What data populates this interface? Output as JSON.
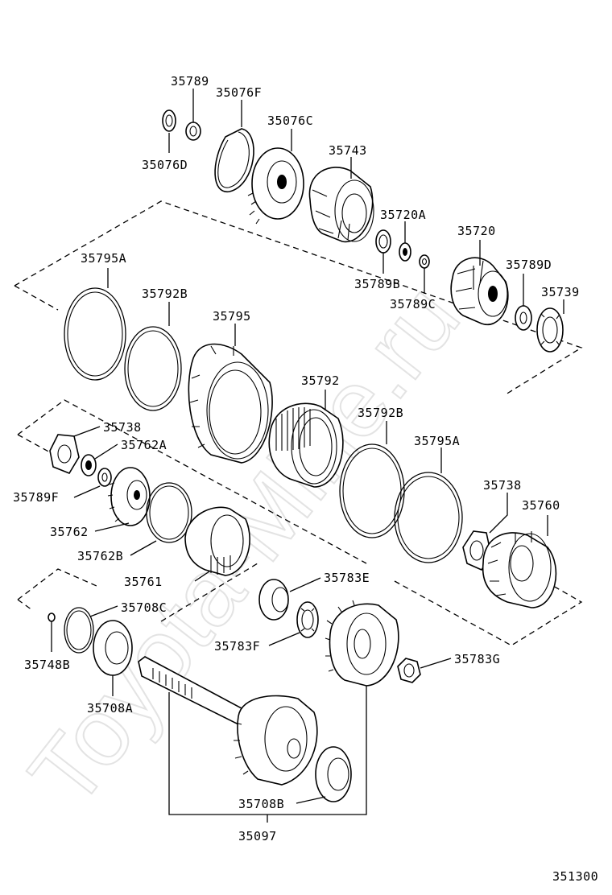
{
  "watermark": "Toyota-Mine.ru",
  "diagram_code": "351300",
  "labels": {
    "p35789": "35789",
    "p35076F": "35076F",
    "p35076C": "35076C",
    "p35076D": "35076D",
    "p35743": "35743",
    "p35720A": "35720A",
    "p35720": "35720",
    "p35795A_top": "35795A",
    "p35792B_top": "35792B",
    "p35795": "35795",
    "p35789D": "35789D",
    "p35739": "35739",
    "p35789B": "35789B",
    "p35789C": "35789C",
    "p35792": "35792",
    "p35738_left": "35738",
    "p35762A": "35762A",
    "p35789F": "35789F",
    "p35792B_mid": "35792B",
    "p35795A_mid": "35795A",
    "p35738_right": "35738",
    "p35760": "35760",
    "p35762": "35762",
    "p35762B": "35762B",
    "p35761": "35761",
    "p35783E": "35783E",
    "p35708C": "35708C",
    "p35783F": "35783F",
    "p35783G": "35783G",
    "p35748B": "35748B",
    "p35708A": "35708A",
    "p35708B": "35708B",
    "p35097": "35097"
  }
}
